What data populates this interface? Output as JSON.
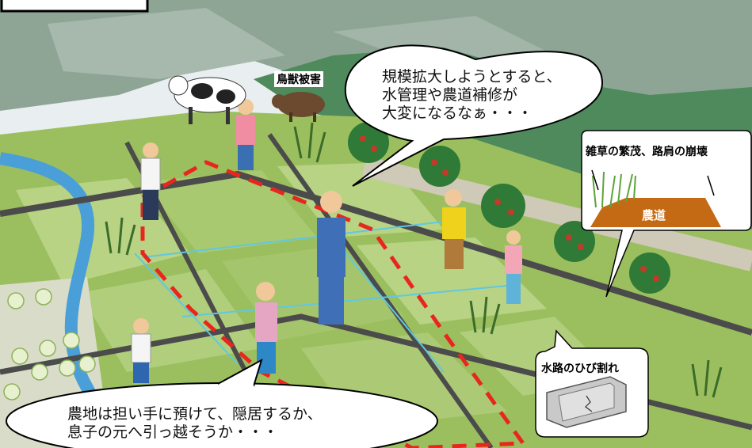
{
  "labels": {
    "wildlife_damage": "鳥獣被害",
    "weeds_and_shoulder": "雑草の繁茂、路肩の崩壊",
    "farm_road": "農道",
    "channel_cracks": "水路のひび割れ"
  },
  "speech": {
    "top_line1": "規模拡大しようとすると、",
    "top_line2": "水管理や農道補修が",
    "top_line3": "大変になるなぁ・・・",
    "bottom_line1": "農地は担い手に預けて、隠居するか、",
    "bottom_line2": "息子の元へ引っ越そうか・・・"
  },
  "colors": {
    "paddy": "#9bbf5e",
    "paddy_light": "#b7d383",
    "mountain": "#7d9a80",
    "road": "#4b4b4b",
    "canal": "#4a9fd8",
    "dashed_boundary": "#e8261f",
    "farm_road": "#c56a14"
  }
}
